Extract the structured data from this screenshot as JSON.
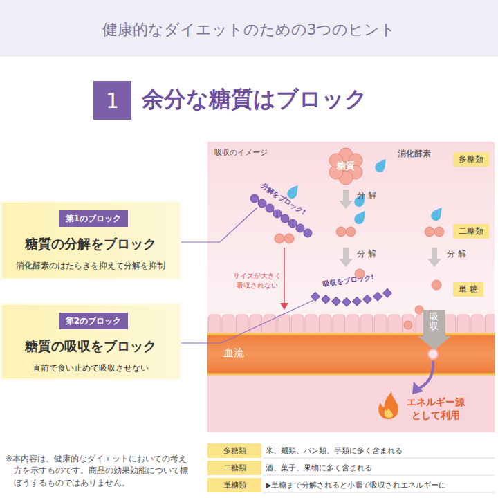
{
  "diagram": {
    "title": "健康的なダイエットのための3つのヒント",
    "nodes": [
      {
        "text": [
          "1"
        ]
      },
      {
        "text": [
          "糖質の分解をブロック",
          "消化酵素のはたらきを抑えて分解を抑制"
        ]
      },
      {
        "text": [
          "第1のブロック"
        ],
        "in": 1
      },
      {
        "text": [
          "糖質の吸収をブロック",
          "直前で食い止めて吸収させない"
        ]
      },
      {
        "text": [
          "第2のブロック"
        ],
        "in": 3
      },
      {
        "text": [
          "多糖類"
        ]
      },
      {
        "text": [
          "二糖類"
        ]
      },
      {
        "text": [
          "単 糖"
        ]
      },
      {
        "text": [
          "糖質"
        ]
      }
    ],
    "labels": [
      "余分な糖質はブロック",
      "吸収のイメージ",
      "消化酵素",
      "分 解",
      "分 解",
      "分 解",
      "分解をブロック!",
      "サイズが大きく 吸収されない",
      "吸収をブロック!",
      "吸収",
      "血流",
      "エネルギー源 として利用",
      "※本内容は、健康的なダイエットにおいての考え方を示すものです。商品の効果効能について標ぼうするものではありません。",
      "多糖類",
      "米、麺類、パン類、芋類に多く含まれる",
      "二糖類",
      "酒、菓子、果物に多く含まれる",
      "単糖類",
      "▶単糖まで分解されると小腸で吸収されエネルギーに"
    ]
  }
}
